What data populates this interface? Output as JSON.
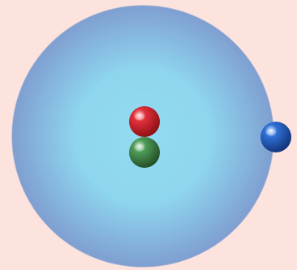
{
  "diagram": {
    "background_color": "#fde3dd",
    "cloud_colors": {
      "outer": "#7f9fd1",
      "inner": "#8ed5ee",
      "center": "#92dcf1"
    },
    "particles": [
      {
        "name": "red-sphere",
        "color": "#e0303a",
        "highlight": "#ffe6e6",
        "shadow": "#8f1016"
      },
      {
        "name": "green-sphere",
        "color": "#4f9b57",
        "highlight": "#e9f8ea",
        "shadow": "#244f29"
      },
      {
        "name": "blue-sphere",
        "color": "#2f6fd6",
        "highlight": "#eef6ff",
        "shadow": "#13357a"
      }
    ]
  }
}
